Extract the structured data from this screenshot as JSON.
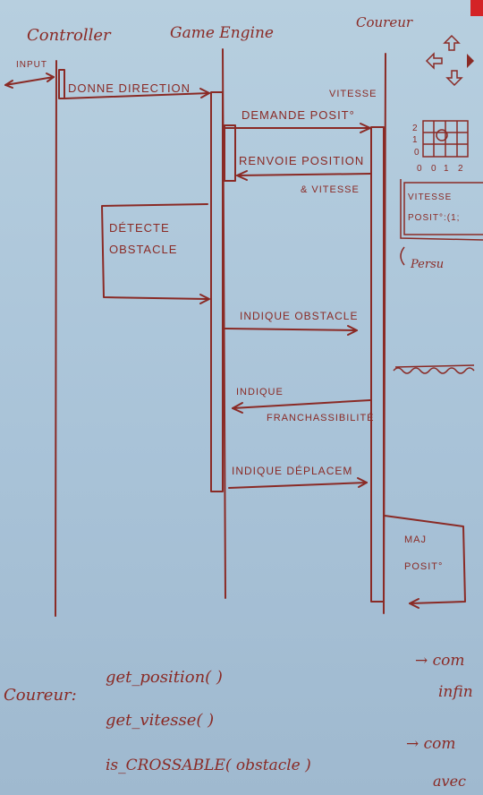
{
  "lifelines": {
    "controller": "Controller",
    "game_engine": "Game Engine",
    "coureur": "Coureur"
  },
  "messages": {
    "input": "INPUT",
    "donne_direction": "DONNE DIRECTION",
    "vitesse": "VITESSE",
    "demande_position": "DEMANDE POSIT°",
    "renvoie_position": "RENVOIE POSITION",
    "et_vitesse": "& VITESSE",
    "detecte_obstacle_1": "DÉTECTE",
    "detecte_obstacle_2": "OBSTACLE",
    "indique_obstacle": "INDIQUE OBSTACLE",
    "indique": "INDIQUE",
    "franchissibilite": "FRANCHASSIBILITÉ",
    "indique_deplacement": "INDIQUE DÉPLACEM",
    "maj_1": "MAJ",
    "maj_2": "POSIT°"
  },
  "side_notes": {
    "grid_y_labels": [
      "2",
      "1",
      "0"
    ],
    "grid_x_labels": [
      "0",
      "0",
      "1",
      "2"
    ],
    "box_line_1": "VITESSE",
    "box_line_2": "POSIT°:(1;",
    "persu": "Persu"
  },
  "methods": {
    "prefix": "Coureur:",
    "method_1": "get_position( )",
    "method_2": "get_vitesse( )",
    "method_3": "is_CROSSABLE( obstacle )"
  },
  "margin_notes": {
    "note_1a": "→ com",
    "note_1b": "infin",
    "note_2a": "→ com",
    "note_2b": "avec"
  },
  "colors": {
    "ink": "#8a2a25",
    "paper": "#a9c3d8",
    "red_edge": "#d42326"
  }
}
